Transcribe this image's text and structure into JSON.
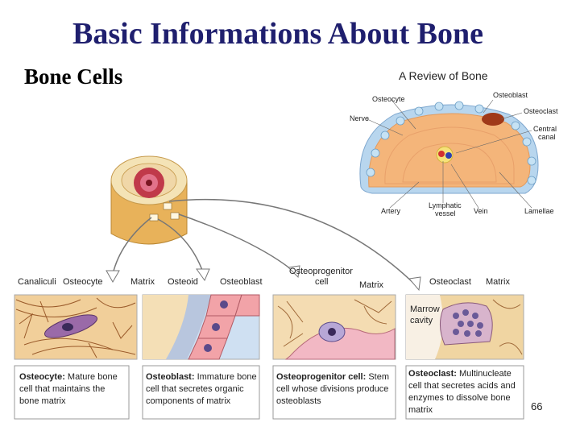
{
  "slide": {
    "title": "Basic Informations About Bone",
    "section": "Bone Cells",
    "page_number": "66"
  },
  "review": {
    "title": "A Review of Bone",
    "labels": {
      "osteocyte": "Osteocyte",
      "osteoblast": "Osteoblast",
      "osteoclast": "Osteoclast",
      "nerve": "Nerve",
      "central1": "Central",
      "central2": "canal",
      "artery": "Artery",
      "lymph1": "Lymphatic",
      "lymph2": "vessel",
      "vein": "Vein",
      "lamellae": "Lamellae"
    }
  },
  "panels": {
    "labels": {
      "canaliculi": "Canaliculi",
      "osteocyte": "Osteocyte",
      "matrix1": "Matrix",
      "osteoid": "Osteoid",
      "osteoblast": "Osteoblast",
      "osteoprogenitor1": "Osteoprogenitor",
      "osteoprogenitor2": "cell",
      "matrix2": "Matrix",
      "osteoclast": "Osteoclast",
      "matrix3": "Matrix",
      "marrow1": "Marrow",
      "marrow2": "cavity"
    },
    "captions": [
      {
        "term": "Osteocyte:",
        "lines": [
          "Mature bone",
          "cell that maintains the",
          "bone matrix"
        ]
      },
      {
        "term": "Osteoblast:",
        "lines": [
          "Immature bone",
          "cell that secretes organic",
          "components of matrix"
        ]
      },
      {
        "term": "Osteoprogenitor cell:",
        "lines": [
          "Stem",
          "cell whose divisions produce",
          "osteoblasts"
        ]
      },
      {
        "term": "Osteoclast:",
        "lines": [
          "Multinucleate",
          "cell that secretes acids and",
          "enzymes to dissolve bone",
          "matrix"
        ]
      }
    ]
  }
}
